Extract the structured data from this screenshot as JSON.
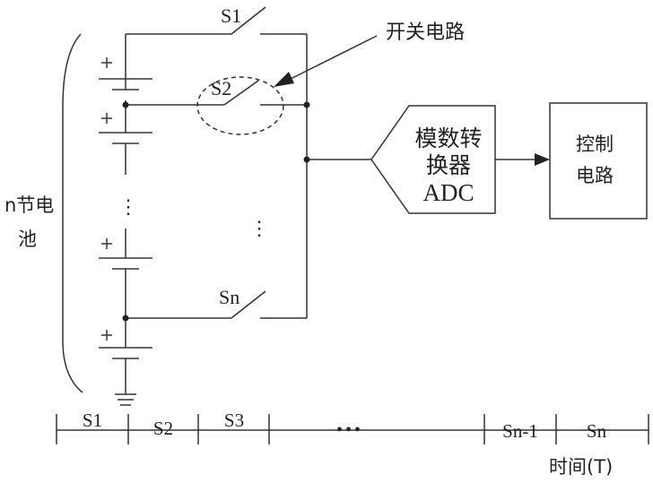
{
  "switch_labels": {
    "s1": "S1",
    "s2": "S2",
    "sn": "Sn"
  },
  "callout_label": "开关电路",
  "battery_label": [
    "n节电",
    "池"
  ],
  "adc_label": [
    "模数转",
    "换器",
    "ADC"
  ],
  "control_label": [
    "控制",
    "电路"
  ],
  "ellipsis_vertical": "⋮",
  "timeline": {
    "segments": [
      "S1",
      "S2",
      "S3",
      "•••",
      "Sn-1",
      "Sn"
    ],
    "axis_label": "时间(T)"
  }
}
